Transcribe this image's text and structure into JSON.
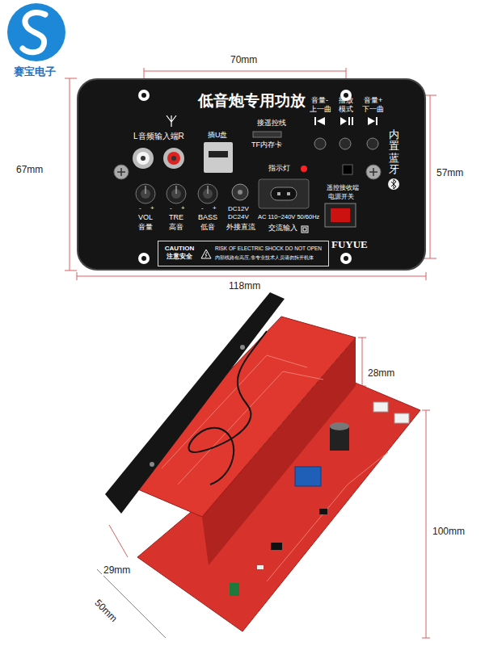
{
  "diagram": {
    "nodes": [
      {
        "text": [
          "低音炮专用功放"
        ]
      },
      {
        "text": [
          "CAUTION 注意安全",
          "RISK OF ELECTRIC SHOCK DO NOT OPEN",
          "内部线路有高压,非专业技术人员请勿拆开机体"
        ],
        "in": 0
      }
    ],
    "labels": [
      "赛宝电子",
      "70mm",
      "67mm",
      "57mm",
      "118mm",
      "L音频输入端R",
      "插U盘",
      "接遥控线",
      "TF内存卡",
      "音量-",
      "上一曲",
      "播放",
      "模式",
      "音量+",
      "下一曲",
      "指示灯",
      "内置蓝牙",
      "-",
      "+",
      "-",
      "+",
      "-",
      "+",
      "VOL",
      "音量",
      "TRE",
      "高音",
      "BASS",
      "低音",
      "DC12V",
      "DC24V",
      "外接直流",
      "AC 110~240V 50/60Hz",
      "交流输入",
      "遥控接收端",
      "电源开关",
      "FUYUE",
      "28mm",
      "100mm",
      "29mm",
      "50mm"
    ]
  }
}
